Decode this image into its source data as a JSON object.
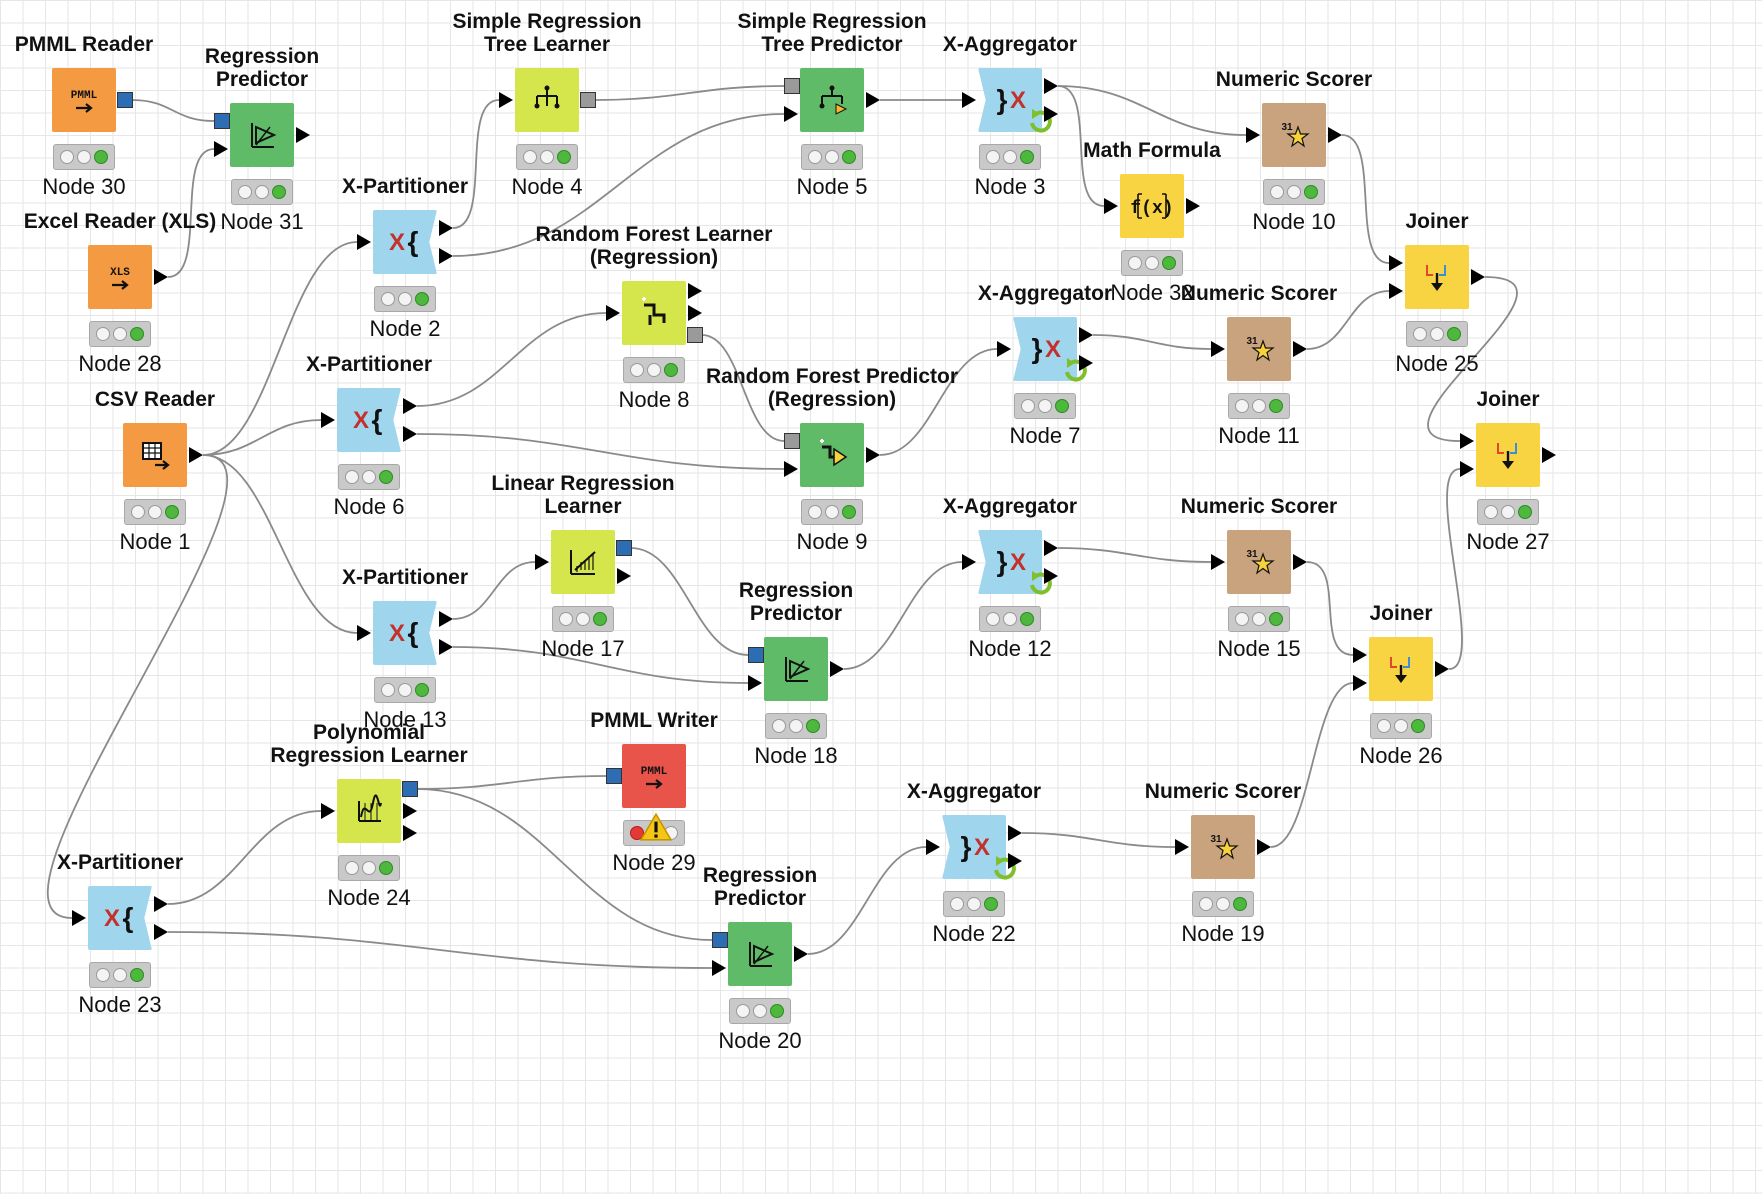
{
  "colors": {
    "io": "#f39a43",
    "partition": "#9fd6ee",
    "learner": "#d4e64b",
    "predictor": "#5fbb67",
    "scorer": "#c9a37e",
    "manip": "#f9d442",
    "writer": "#e8534a",
    "edge": "#8a8a8a"
  },
  "nodes": [
    {
      "id": "n30",
      "name": "pmml-reader-node",
      "title": [
        "PMML Reader"
      ],
      "label": "Node 30",
      "kind": "io",
      "icon": "pmml-reader-icon",
      "in": [],
      "out": [
        "blue"
      ],
      "status": "green"
    },
    {
      "id": "n31",
      "name": "regression-predictor-node",
      "title": [
        "Regression",
        "Predictor"
      ],
      "label": "Node 31",
      "kind": "predictor",
      "icon": "regression-predictor-icon",
      "in": [
        "blue",
        "tri"
      ],
      "out": [
        "tri"
      ],
      "status": "green"
    },
    {
      "id": "n28",
      "name": "excel-reader-node",
      "title": [
        "Excel Reader (XLS)"
      ],
      "label": "Node 28",
      "kind": "io",
      "icon": "xls-reader-icon",
      "in": [],
      "out": [
        "tri"
      ],
      "status": "green"
    },
    {
      "id": "n1",
      "name": "csv-reader-node",
      "title": [
        "CSV Reader"
      ],
      "label": "Node 1",
      "kind": "io",
      "icon": "csv-reader-icon",
      "in": [],
      "out": [
        "tri"
      ],
      "status": "green"
    },
    {
      "id": "n2",
      "name": "x-partitioner-node",
      "title": [
        "X-Partitioner"
      ],
      "label": "Node 2",
      "kind": "partition",
      "icon": "x-partitioner-icon",
      "in": [
        "tri"
      ],
      "out": [
        "tri",
        "tri"
      ],
      "status": "green"
    },
    {
      "id": "n6",
      "name": "x-partitioner-node",
      "title": [
        "X-Partitioner"
      ],
      "label": "Node 6",
      "kind": "partition",
      "icon": "x-partitioner-icon",
      "in": [
        "tri"
      ],
      "out": [
        "tri",
        "tri"
      ],
      "status": "green"
    },
    {
      "id": "n13",
      "name": "x-partitioner-node",
      "title": [
        "X-Partitioner"
      ],
      "label": "Node 13",
      "kind": "partition",
      "icon": "x-partitioner-icon",
      "in": [
        "tri"
      ],
      "out": [
        "tri",
        "tri"
      ],
      "status": "green"
    },
    {
      "id": "n23",
      "name": "x-partitioner-node",
      "title": [
        "X-Partitioner"
      ],
      "label": "Node 23",
      "kind": "partition",
      "icon": "x-partitioner-icon",
      "in": [
        "tri"
      ],
      "out": [
        "tri",
        "tri"
      ],
      "status": "green"
    },
    {
      "id": "n4",
      "name": "simple-regression-tree-learner-node",
      "title": [
        "Simple Regression",
        "Tree Learner"
      ],
      "label": "Node 4",
      "kind": "learner",
      "icon": "tree-learner-icon",
      "in": [
        "tri"
      ],
      "out": [
        "gray"
      ],
      "status": "green"
    },
    {
      "id": "n5",
      "name": "simple-regression-tree-predictor-node",
      "title": [
        "Simple Regression",
        "Tree Predictor"
      ],
      "label": "Node 5",
      "kind": "predictor",
      "icon": "tree-predictor-icon",
      "in": [
        "gray",
        "tri"
      ],
      "out": [
        "tri"
      ],
      "status": "green"
    },
    {
      "id": "n8",
      "name": "random-forest-learner-node",
      "title": [
        "Random Forest Learner",
        "(Regression)"
      ],
      "label": "Node 8",
      "kind": "learner",
      "icon": "forest-learner-icon",
      "in": [
        "tri"
      ],
      "out": [
        "tri",
        "tri",
        "gray"
      ],
      "status": "green"
    },
    {
      "id": "n9",
      "name": "random-forest-predictor-node",
      "title": [
        "Random Forest Predictor",
        "(Regression)"
      ],
      "label": "Node 9",
      "kind": "predictor",
      "icon": "forest-predictor-icon",
      "in": [
        "gray",
        "tri"
      ],
      "out": [
        "tri"
      ],
      "status": "green"
    },
    {
      "id": "n17",
      "name": "linear-regression-learner-node",
      "title": [
        "Linear Regression",
        "Learner"
      ],
      "label": "Node 17",
      "kind": "learner",
      "icon": "linear-regression-icon",
      "in": [
        "tri"
      ],
      "out": [
        "blue",
        "tri"
      ],
      "status": "green"
    },
    {
      "id": "n18",
      "name": "regression-predictor-node",
      "title": [
        "Regression",
        "Predictor"
      ],
      "label": "Node 18",
      "kind": "predictor",
      "icon": "regression-predictor-icon",
      "in": [
        "blue",
        "tri"
      ],
      "out": [
        "tri"
      ],
      "status": "green"
    },
    {
      "id": "n24",
      "name": "polynomial-regression-learner-node",
      "title": [
        "Polynomial",
        "Regression Learner"
      ],
      "label": "Node 24",
      "kind": "learner",
      "icon": "polynomial-regression-icon",
      "in": [
        "tri"
      ],
      "out": [
        "blue",
        "tri",
        "tri"
      ],
      "status": "green"
    },
    {
      "id": "n29",
      "name": "pmml-writer-node",
      "title": [
        "PMML Writer"
      ],
      "label": "Node 29",
      "kind": "writer",
      "icon": "pmml-writer-icon",
      "in": [
        "blue"
      ],
      "out": [],
      "status": "warning"
    },
    {
      "id": "n20",
      "name": "regression-predictor-node",
      "title": [
        "Regression",
        "Predictor"
      ],
      "label": "Node 20",
      "kind": "predictor",
      "icon": "regression-predictor-icon",
      "in": [
        "blue",
        "tri"
      ],
      "out": [
        "tri"
      ],
      "status": "green"
    },
    {
      "id": "n3",
      "name": "x-aggregator-node",
      "title": [
        "X-Aggregator"
      ],
      "label": "Node 3",
      "kind": "partition",
      "icon": "x-aggregator-icon",
      "in": [
        "tri"
      ],
      "out": [
        "tri",
        "tri"
      ],
      "status": "green"
    },
    {
      "id": "n7",
      "name": "x-aggregator-node",
      "title": [
        "X-Aggregator"
      ],
      "label": "Node 7",
      "kind": "partition",
      "icon": "x-aggregator-icon",
      "in": [
        "tri"
      ],
      "out": [
        "tri",
        "tri"
      ],
      "status": "green"
    },
    {
      "id": "n12",
      "name": "x-aggregator-node",
      "title": [
        "X-Aggregator"
      ],
      "label": "Node 12",
      "kind": "partition",
      "icon": "x-aggregator-icon",
      "in": [
        "tri"
      ],
      "out": [
        "tri",
        "tri"
      ],
      "status": "green"
    },
    {
      "id": "n22",
      "name": "x-aggregator-node",
      "title": [
        "X-Aggregator"
      ],
      "label": "Node 22",
      "kind": "partition",
      "icon": "x-aggregator-icon",
      "in": [
        "tri"
      ],
      "out": [
        "tri",
        "tri"
      ],
      "status": "green"
    },
    {
      "id": "n32",
      "name": "math-formula-node",
      "title": [
        "Math Formula"
      ],
      "label": "Node 32",
      "kind": "manip",
      "icon": "math-formula-icon",
      "in": [
        "tri"
      ],
      "out": [
        "tri"
      ],
      "status": "green"
    },
    {
      "id": "n10",
      "name": "numeric-scorer-node",
      "title": [
        "Numeric Scorer"
      ],
      "label": "Node 10",
      "kind": "scorer",
      "icon": "numeric-scorer-icon",
      "in": [
        "tri"
      ],
      "out": [
        "tri"
      ],
      "status": "green"
    },
    {
      "id": "n11",
      "name": "numeric-scorer-node",
      "title": [
        "Numeric Scorer"
      ],
      "label": "Node 11",
      "kind": "scorer",
      "icon": "numeric-scorer-icon",
      "in": [
        "tri"
      ],
      "out": [
        "tri"
      ],
      "status": "green"
    },
    {
      "id": "n15",
      "name": "numeric-scorer-node",
      "title": [
        "Numeric Scorer"
      ],
      "label": "Node 15",
      "kind": "scorer",
      "icon": "numeric-scorer-icon",
      "in": [
        "tri"
      ],
      "out": [
        "tri"
      ],
      "status": "green"
    },
    {
      "id": "n19",
      "name": "numeric-scorer-node",
      "title": [
        "Numeric Scorer"
      ],
      "label": "Node 19",
      "kind": "scorer",
      "icon": "numeric-scorer-icon",
      "in": [
        "tri"
      ],
      "out": [
        "tri"
      ],
      "status": "green"
    },
    {
      "id": "n25",
      "name": "joiner-node",
      "title": [
        "Joiner"
      ],
      "label": "Node 25",
      "kind": "manip",
      "icon": "joiner-icon",
      "in": [
        "tri",
        "tri"
      ],
      "out": [
        "tri"
      ],
      "status": "green"
    },
    {
      "id": "n27",
      "name": "joiner-node",
      "title": [
        "Joiner"
      ],
      "label": "Node 27",
      "kind": "manip",
      "icon": "joiner-icon",
      "in": [
        "tri",
        "tri"
      ],
      "out": [
        "tri"
      ],
      "status": "green"
    },
    {
      "id": "n26",
      "name": "joiner-node",
      "title": [
        "Joiner"
      ],
      "label": "Node 26",
      "kind": "manip",
      "icon": "joiner-icon",
      "in": [
        "tri",
        "tri"
      ],
      "out": [
        "tri"
      ],
      "status": "green"
    }
  ],
  "edges": [
    {
      "from": "n30",
      "fp": 0,
      "to": "n31",
      "tp": 0
    },
    {
      "from": "n28",
      "fp": 0,
      "to": "n31",
      "tp": 1
    },
    {
      "from": "n1",
      "fp": 0,
      "to": "n2",
      "tp": 0
    },
    {
      "from": "n1",
      "fp": 0,
      "to": "n6",
      "tp": 0
    },
    {
      "from": "n1",
      "fp": 0,
      "to": "n13",
      "tp": 0
    },
    {
      "from": "n1",
      "fp": 0,
      "to": "n23",
      "tp": 0
    },
    {
      "from": "n2",
      "fp": 0,
      "to": "n4",
      "tp": 0
    },
    {
      "from": "n2",
      "fp": 1,
      "to": "n5",
      "tp": 1
    },
    {
      "from": "n4",
      "fp": 0,
      "to": "n5",
      "tp": 0
    },
    {
      "from": "n5",
      "fp": 0,
      "to": "n3",
      "tp": 0
    },
    {
      "from": "n3",
      "fp": 0,
      "to": "n10",
      "tp": 0
    },
    {
      "from": "n3",
      "fp": 0,
      "to": "n32",
      "tp": 0
    },
    {
      "from": "n6",
      "fp": 0,
      "to": "n8",
      "tp": 0
    },
    {
      "from": "n6",
      "fp": 1,
      "to": "n9",
      "tp": 1
    },
    {
      "from": "n8",
      "fp": 2,
      "to": "n9",
      "tp": 0
    },
    {
      "from": "n9",
      "fp": 0,
      "to": "n7",
      "tp": 0
    },
    {
      "from": "n7",
      "fp": 0,
      "to": "n11",
      "tp": 0
    },
    {
      "from": "n10",
      "fp": 0,
      "to": "n25",
      "tp": 0
    },
    {
      "from": "n11",
      "fp": 0,
      "to": "n25",
      "tp": 1
    },
    {
      "from": "n25",
      "fp": 0,
      "to": "n27",
      "tp": 0
    },
    {
      "from": "n13",
      "fp": 0,
      "to": "n17",
      "tp": 0
    },
    {
      "from": "n13",
      "fp": 1,
      "to": "n18",
      "tp": 1
    },
    {
      "from": "n17",
      "fp": 0,
      "to": "n18",
      "tp": 0
    },
    {
      "from": "n18",
      "fp": 0,
      "to": "n12",
      "tp": 0
    },
    {
      "from": "n12",
      "fp": 0,
      "to": "n15",
      "tp": 0
    },
    {
      "from": "n15",
      "fp": 0,
      "to": "n26",
      "tp": 0
    },
    {
      "from": "n26",
      "fp": 0,
      "to": "n27",
      "tp": 1
    },
    {
      "from": "n23",
      "fp": 0,
      "to": "n24",
      "tp": 0
    },
    {
      "from": "n23",
      "fp": 1,
      "to": "n20",
      "tp": 1
    },
    {
      "from": "n24",
      "fp": 0,
      "to": "n29",
      "tp": 0
    },
    {
      "from": "n24",
      "fp": 0,
      "to": "n20",
      "tp": 0
    },
    {
      "from": "n20",
      "fp": 0,
      "to": "n22",
      "tp": 0
    },
    {
      "from": "n22",
      "fp": 0,
      "to": "n19",
      "tp": 0
    },
    {
      "from": "n19",
      "fp": 0,
      "to": "n26",
      "tp": 1
    }
  ]
}
